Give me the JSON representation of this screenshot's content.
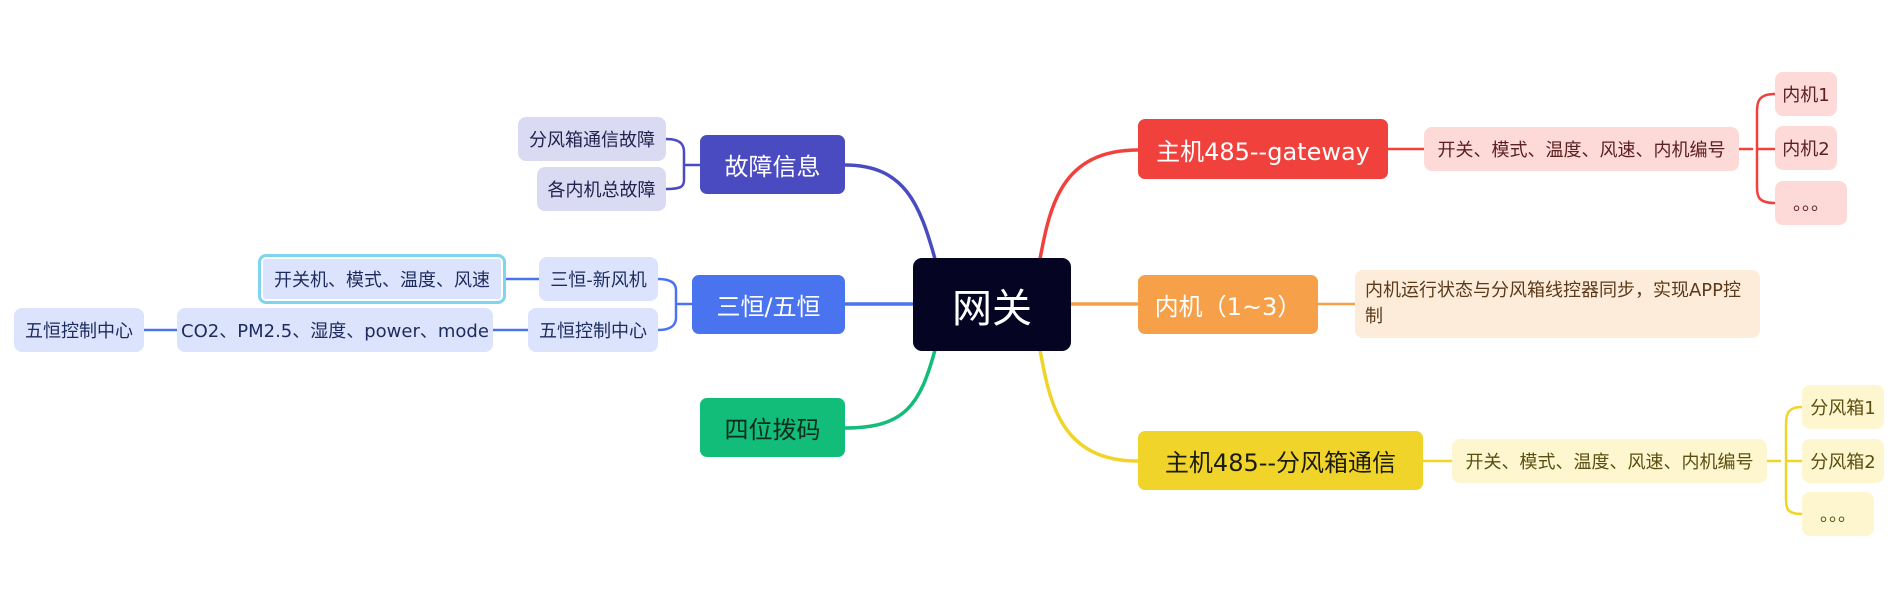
{
  "root": {
    "label": "网关"
  },
  "branches": {
    "gateway": {
      "label": "主机485--gateway",
      "color": "#f0413c",
      "detail": "开关、模式、温度、风速、内机编号",
      "items": [
        "内机1",
        "内机2",
        "。。。"
      ]
    },
    "indoor": {
      "label": "内机（1~3）",
      "color": "#f6a04a",
      "detail": "内机运行状态与分风箱线控器同步，实现APP控制"
    },
    "splitter": {
      "label": "主机485--分风箱通信",
      "color": "#f1d42a",
      "detail": "开关、模式、温度、风速、内机编号",
      "items": [
        "分风箱1",
        "分风箱2",
        "。。。"
      ]
    },
    "fault": {
      "label": "故障信息",
      "color": "#4b4bc1",
      "items": [
        "分风箱通信故障",
        "各内机总故障"
      ]
    },
    "constant": {
      "label": "三恒/五恒",
      "color": "#4a73f0",
      "fresh": {
        "label": "三恒-新风机",
        "detail": "开关机、模式、温度、风速"
      },
      "five": {
        "label": "五恒控制中心",
        "detail": "CO2、PM2.5、湿度、power、mode",
        "end": "五恒控制中心"
      }
    },
    "dip": {
      "label": "四位拨码",
      "color": "#12bd7a"
    }
  },
  "palette": {
    "root": "#050423",
    "gateway_light": "#fdd9d7",
    "indoor_light": "#feecda",
    "splitter_light": "#fdf6cf",
    "fault_light": "#dadaf2",
    "constant_light": "#dbe3fd",
    "selected_border": "#7fd4ee"
  }
}
